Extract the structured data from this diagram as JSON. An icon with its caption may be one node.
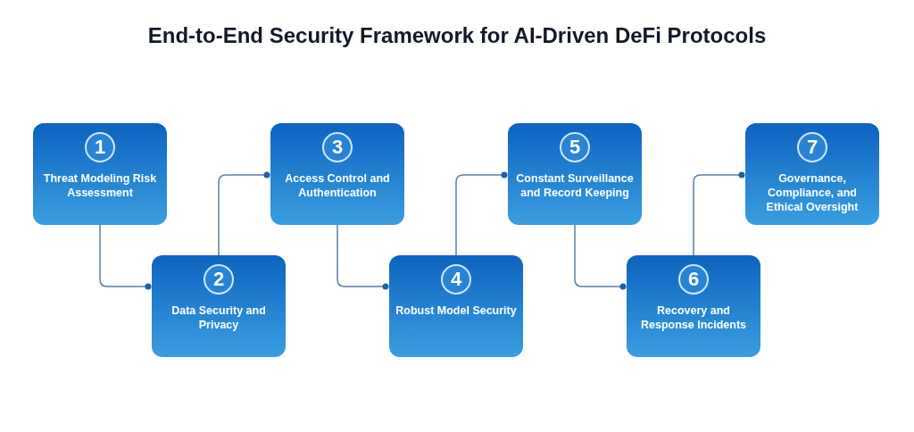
{
  "diagram": {
    "title": "End-to-End Security Framework for AI-Driven DeFi Protocols",
    "nodes": [
      {
        "text": [
          "1",
          "Threat Modeling Risk Assessment"
        ]
      },
      {
        "text": [
          "2",
          "Data Security and Privacy"
        ]
      },
      {
        "text": [
          "3",
          "Access Control and Authentication"
        ]
      },
      {
        "text": [
          "4",
          "Robust Model Security"
        ]
      },
      {
        "text": [
          "5",
          "Constant Surveillance and Record Keeping"
        ]
      },
      {
        "text": [
          "6",
          "Recovery and Response Incidents"
        ]
      },
      {
        "text": [
          "7",
          "Governance, Compliance, and Ethical Oversight"
        ]
      }
    ],
    "edges": [
      {
        "from": 0,
        "to": 1,
        "arrow": "other"
      },
      {
        "from": 1,
        "to": 2,
        "arrow": "other"
      },
      {
        "from": 2,
        "to": 3,
        "arrow": "other"
      },
      {
        "from": 3,
        "to": 4,
        "arrow": "other"
      },
      {
        "from": 4,
        "to": 5,
        "arrow": "other"
      },
      {
        "from": 5,
        "to": 6,
        "arrow": "other"
      }
    ]
  }
}
